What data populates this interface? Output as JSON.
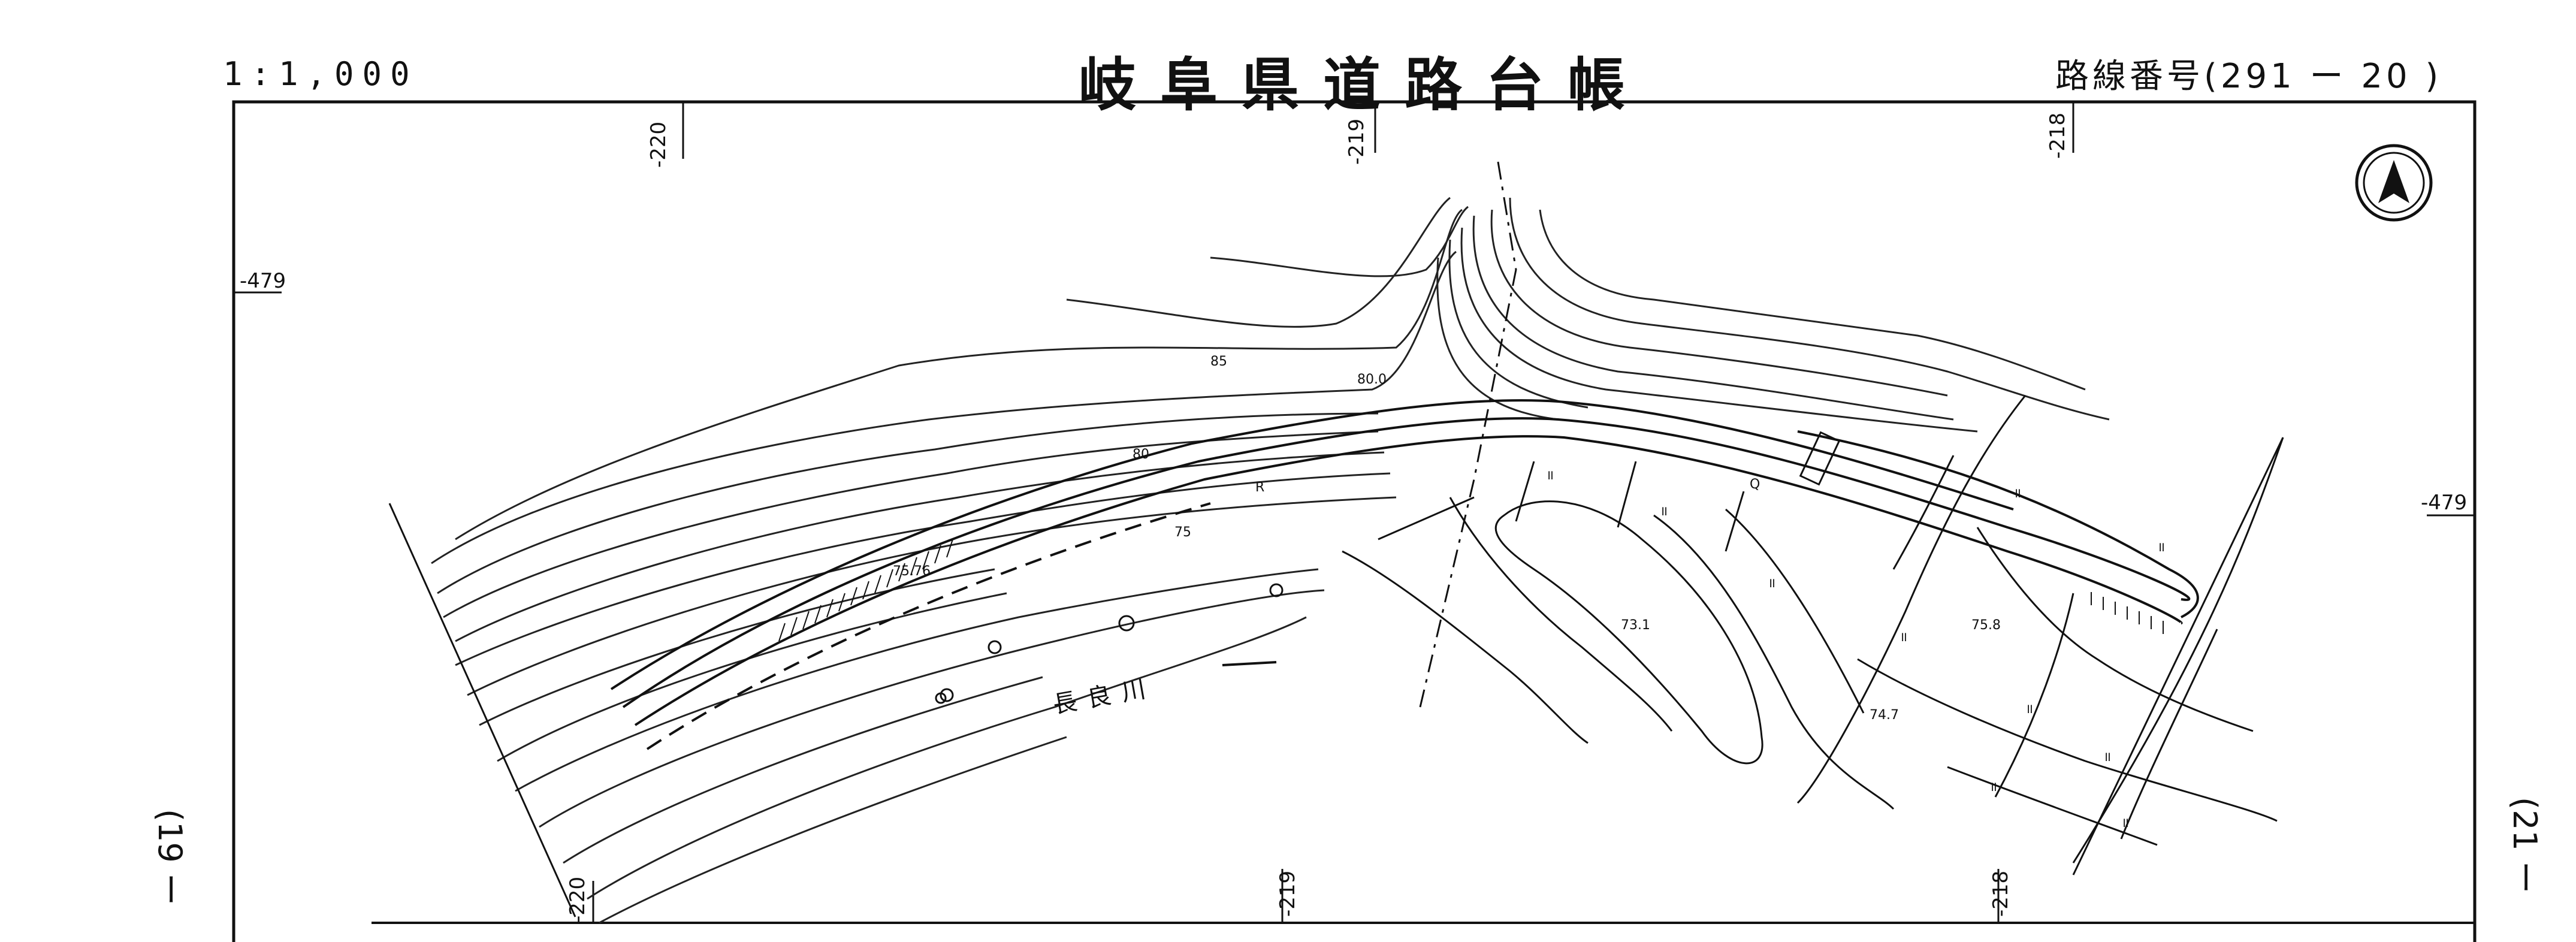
{
  "header": {
    "scale": "1:1,000",
    "title": "岐阜県道路台帳",
    "route_number": "路線番号(291 ー 20 )"
  },
  "side": {
    "left_sheet": "(19 ー",
    "right_sheet": "(21 ー"
  },
  "grid": {
    "top_labels": [
      "-220",
      "-219",
      "-218"
    ],
    "bottom_labels": [
      "-220",
      "-219",
      "-218"
    ],
    "left_label": "-479",
    "right_label": "-479"
  },
  "contours": {
    "c85": "85",
    "c80": "80",
    "c75": "75",
    "c800": "80.0"
  },
  "elevations": {
    "e1": "75.76",
    "e2": "73.1",
    "e3": "74.7",
    "e4": "75.8"
  },
  "features": {
    "river_name": "長良川",
    "road_marker_r": "R",
    "road_marker_q": "Q",
    "paddy_symbol": "॥"
  },
  "icons": {
    "north_arrow": "north-arrow-icon"
  }
}
